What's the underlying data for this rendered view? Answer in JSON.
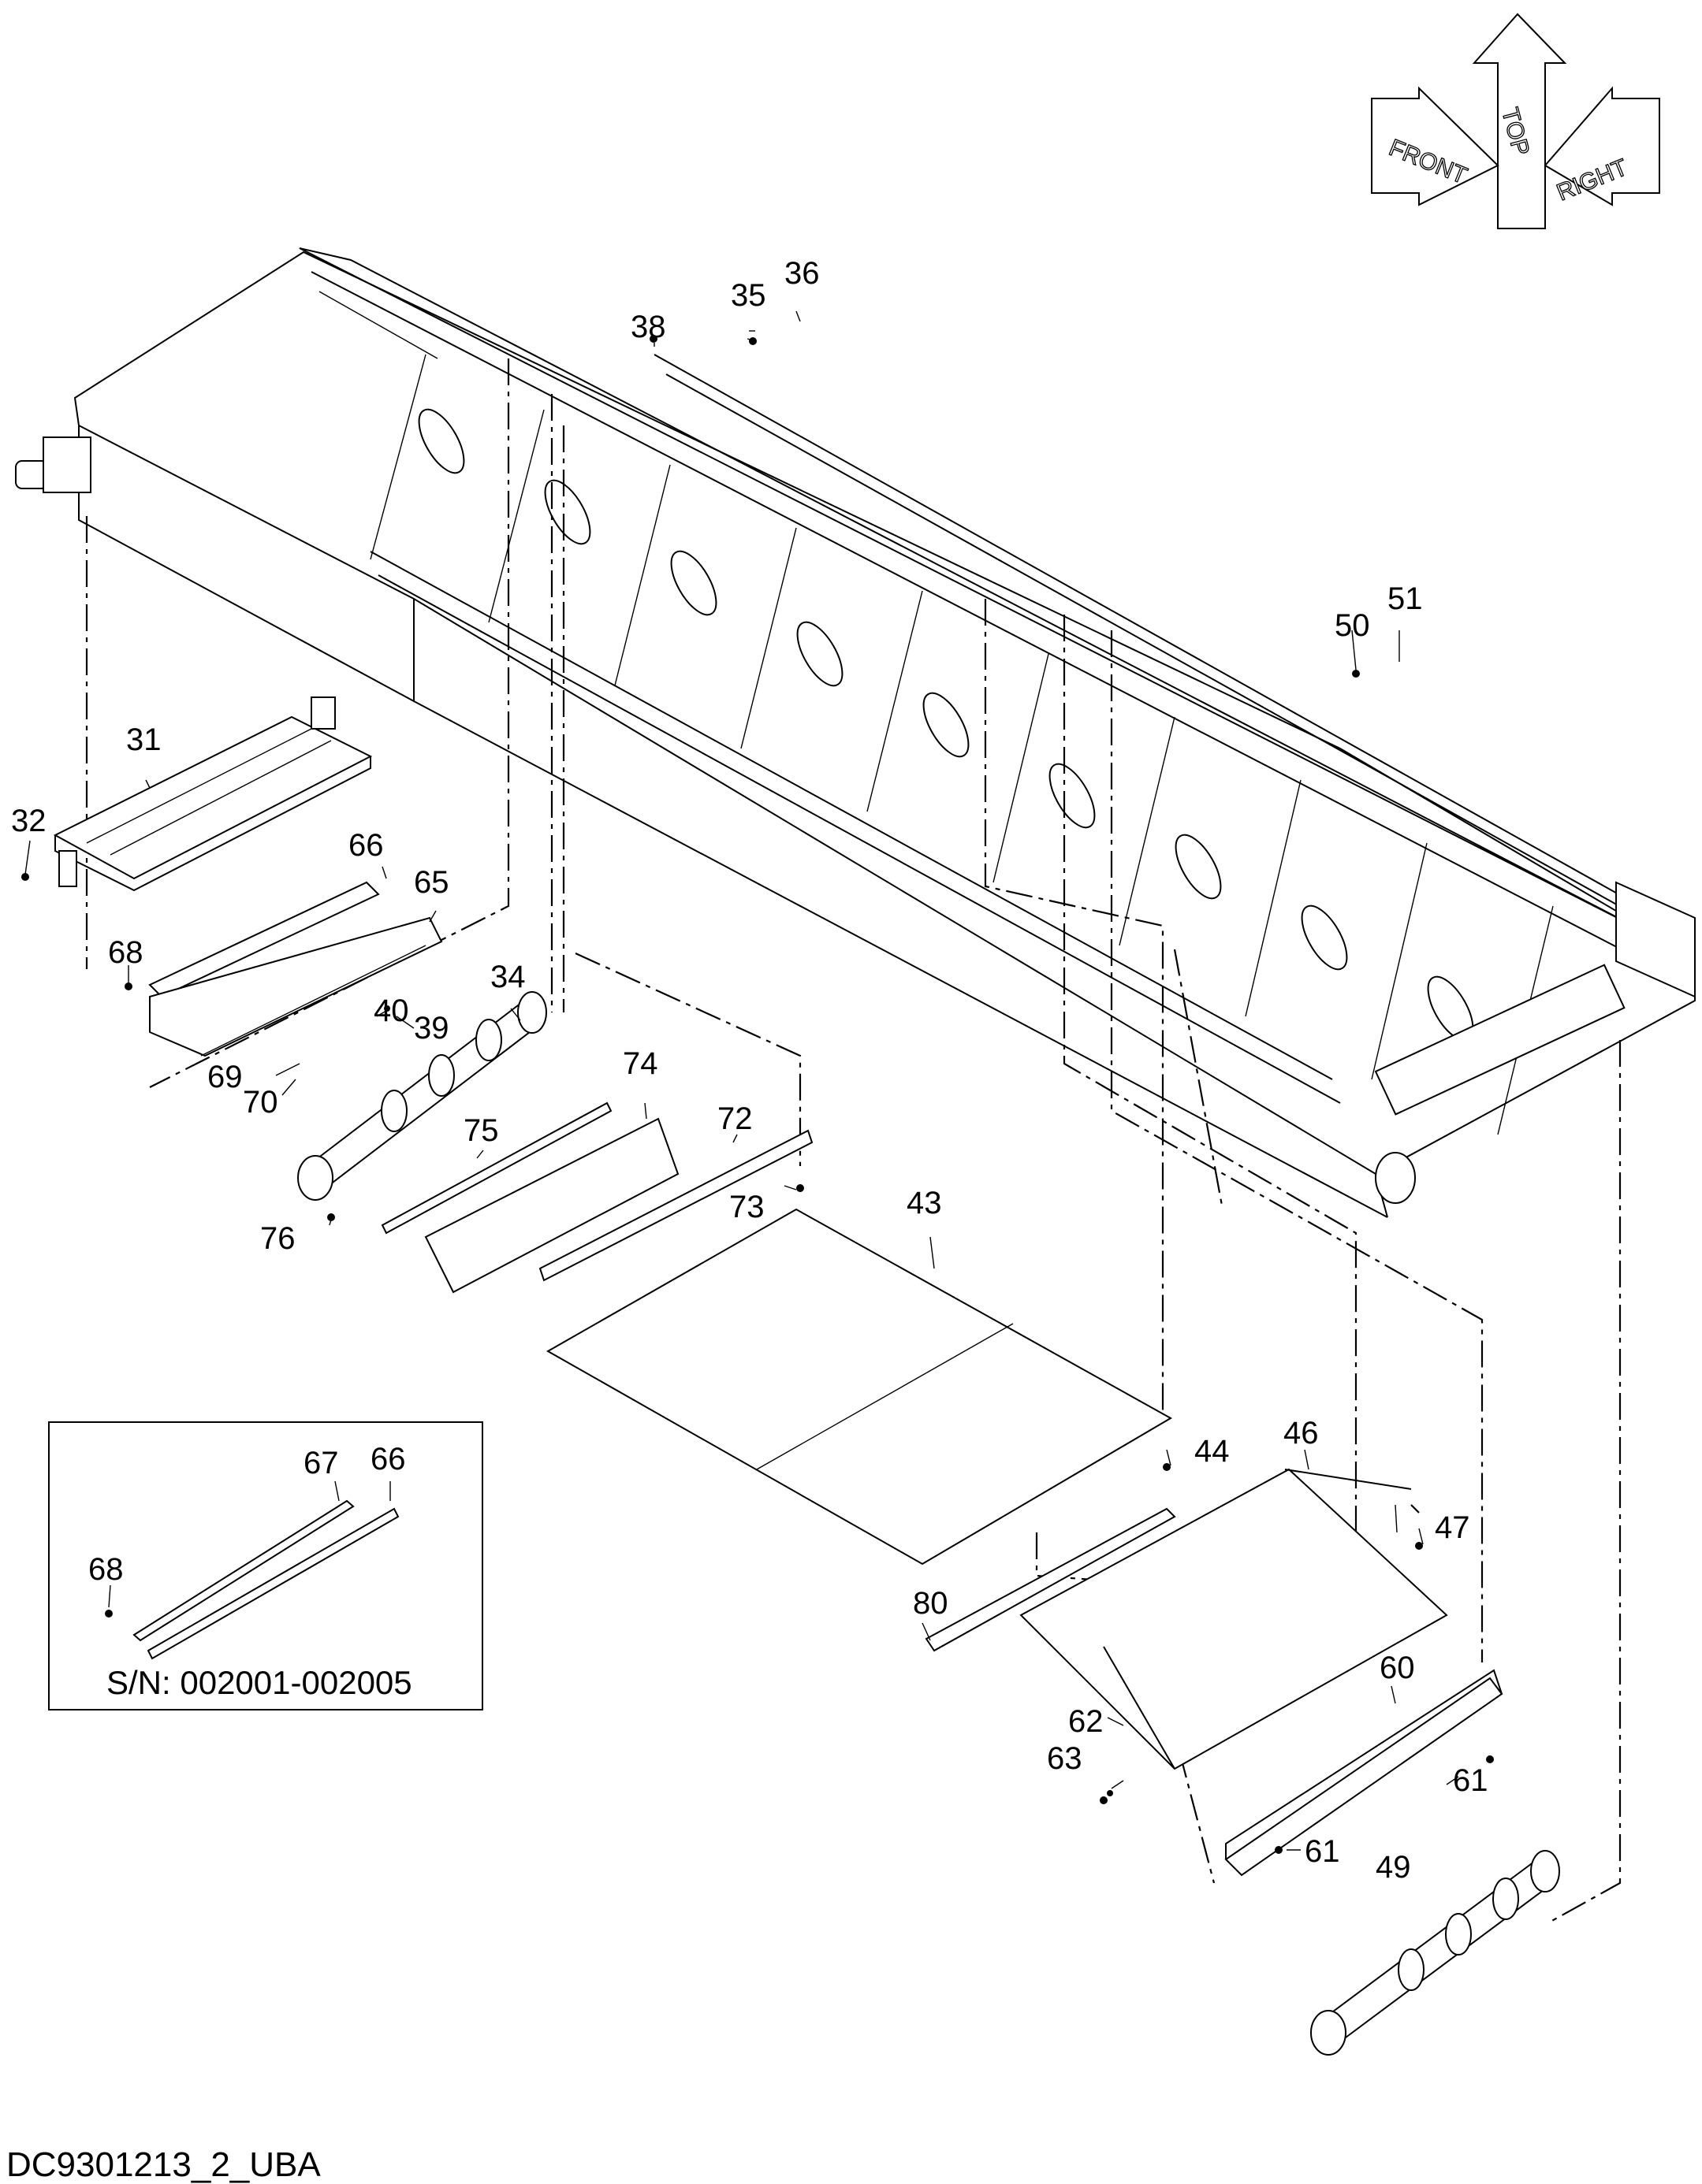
{
  "drawing_id": "DC9301213_2_UBA",
  "orientation_icon": {
    "front": "FRONT",
    "top": "TOP",
    "right": "RIGHT"
  },
  "inset": {
    "serial_range": "S/N: 002001-002005"
  },
  "callouts": {
    "c31": "31",
    "c32": "32",
    "c34": "34",
    "c35": "35",
    "c36": "36",
    "c38": "38",
    "c39": "39",
    "c40": "40",
    "c43": "43",
    "c44": "44",
    "c46": "46",
    "c47": "47",
    "c49": "49",
    "c50": "50",
    "c51": "51",
    "c60": "60",
    "c61a": "61",
    "c61b": "61",
    "c62": "62",
    "c63": "63",
    "c65": "65",
    "c66": "66",
    "c68": "68",
    "c69": "69",
    "c70": "70",
    "c72": "72",
    "c73": "73",
    "c74": "74",
    "c75": "75",
    "c76": "76",
    "c80": "80",
    "i66": "66",
    "i67": "67",
    "i68": "68"
  }
}
